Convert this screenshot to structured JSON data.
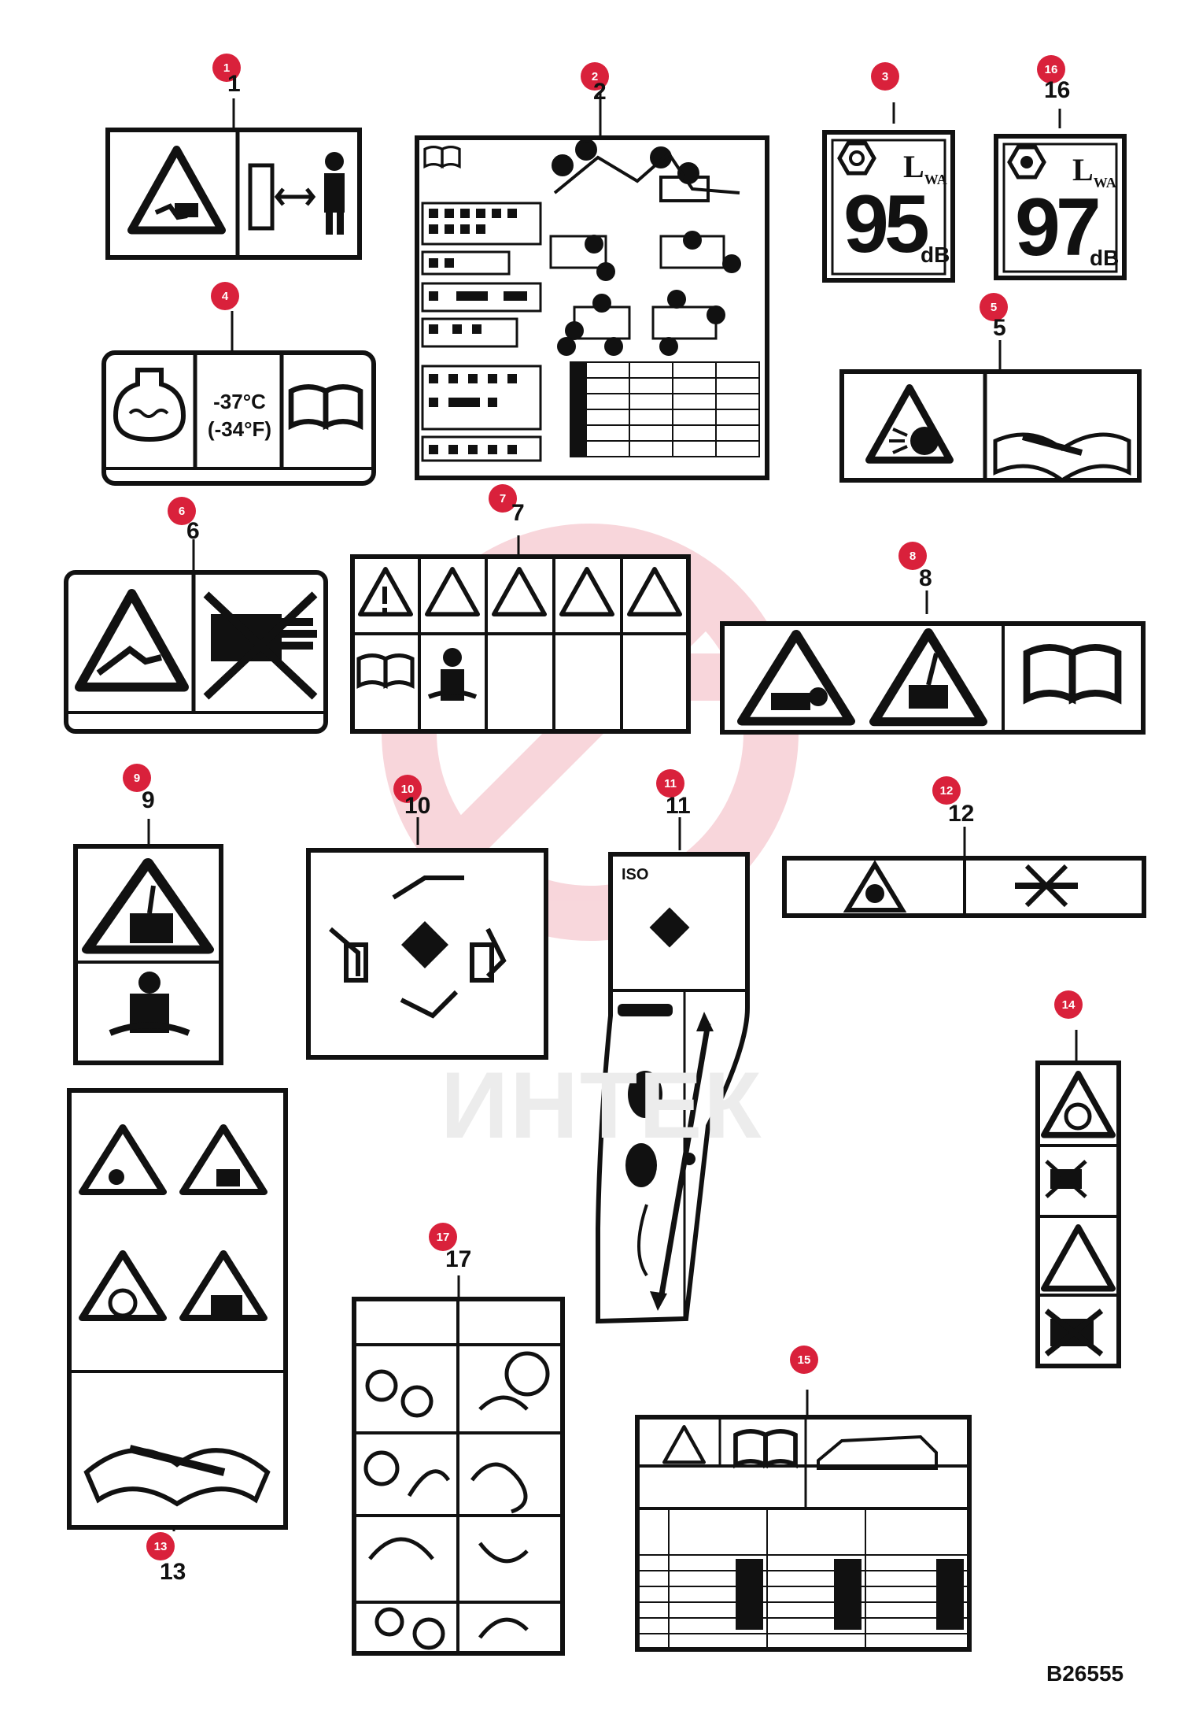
{
  "figure_id": "B26555",
  "watermark_text": "ИНТЕК",
  "callout_color": "#d9213b",
  "labels": {
    "l1": "1",
    "l2": "2",
    "l3": "3",
    "l16": "16",
    "l4": "4",
    "l5": "5",
    "l6": "6",
    "l7": "7",
    "l8": "8",
    "l9": "9",
    "l10": "10",
    "l11": "11",
    "l12": "12",
    "l13": "13",
    "l14": "14",
    "l15": "15",
    "l17": "17"
  },
  "decals": {
    "coolant": {
      "temp_c": "-37°C",
      "temp_f": "(-34°F)"
    },
    "sound_3": {
      "value": "95",
      "unit": "dB",
      "symbol": "L",
      "subscript": "WA"
    },
    "sound_16": {
      "value": "97",
      "unit": "dB",
      "symbol": "L",
      "subscript": "WA"
    },
    "controls_11": {
      "iso": "ISO"
    }
  },
  "icons": [
    "crush-hazard-icon",
    "manual-icon",
    "keep-distance-icon",
    "coolant-tank-icon",
    "sound-power-icon",
    "flying-debris-icon",
    "service-manual-icon",
    "hand-crush-icon",
    "warning-icon",
    "operator-seated-icon",
    "tip-over-icon",
    "fan-hazard-icon",
    "explosion-icon",
    "hot-fluid-icon",
    "pattern-control-icon"
  ]
}
